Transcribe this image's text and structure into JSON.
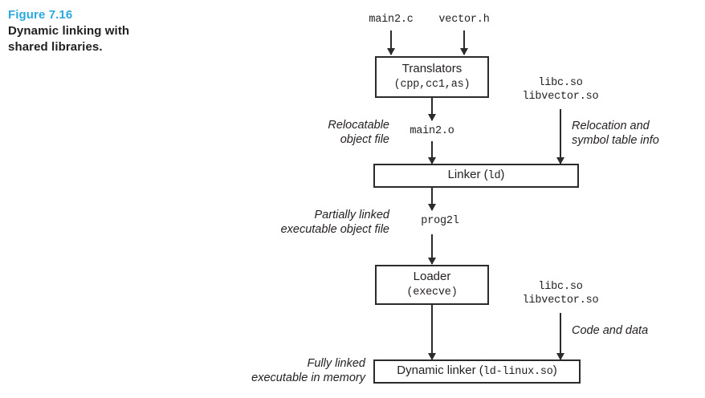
{
  "caption": {
    "figure_number": "Figure 7.16",
    "figure_title_line1": "Dynamic linking with",
    "figure_title_line2": "shared libraries.",
    "accent_color": "#29a9e0"
  },
  "diagram": {
    "title": "Dynamic linking with shared libraries",
    "type": "flowchart",
    "inputs": {
      "source_file": "main2.c",
      "header_file": "vector.h"
    },
    "boxes": [
      {
        "id": "translators",
        "line1": "Translators",
        "line2": "(cpp,cc1,as)"
      },
      {
        "id": "linker",
        "line1": "Linker (",
        "mono": "ld",
        "line2": ")"
      },
      {
        "id": "loader",
        "line1": "Loader",
        "line2": "(execve)"
      },
      {
        "id": "dynamic-linker",
        "line1": "Dynamic linker (",
        "mono": "ld-linux.so",
        "line2": ")"
      }
    ],
    "intermediate_files": {
      "relocatable_object": "main2.o",
      "partially_linked_executable": "prog2l"
    },
    "shared_libraries_top": {
      "lib1": "libc.so",
      "lib2": "libvector.so"
    },
    "shared_libraries_bottom": {
      "lib1": "libc.so",
      "lib2": "libvector.so"
    },
    "annotations": {
      "relocatable_line1": "Relocatable",
      "relocatable_line2": "object file",
      "relocation_info_line1": "Relocation and",
      "relocation_info_line2": "symbol table info",
      "partially_linked_line1": "Partially linked",
      "partially_linked_line2": "executable object file",
      "code_and_data": "Code and data",
      "fully_linked_line1": "Fully linked",
      "fully_linked_line2": "executable in memory"
    }
  }
}
